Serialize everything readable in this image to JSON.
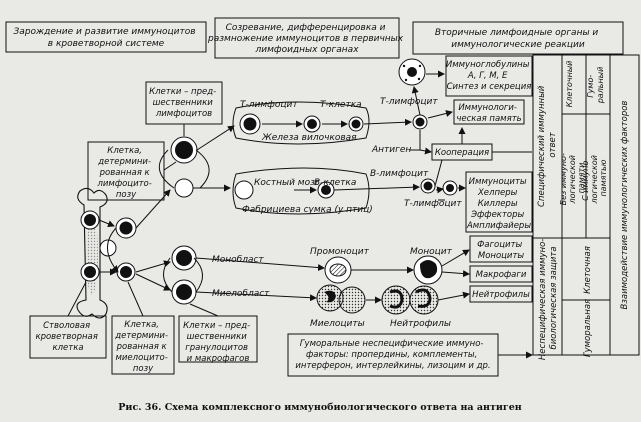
{
  "headers": {
    "h1": [
      "Зарождение и развитие иммуноцитов",
      "в кроветворной системе"
    ],
    "h2": [
      "Созревание, дифференцировка и",
      "размножение иммуноцитов в первичных",
      "лимфоидных органах"
    ],
    "h3": [
      "Вторичные лимфоидные органы и",
      "иммунологические реакции"
    ]
  },
  "boxes": {
    "precursor_lymph": [
      "Клетки – пред-",
      "шественники",
      "лимфоцитов"
    ],
    "determined_lymph": [
      "Клетка,",
      "детермини-",
      "рованная к",
      "лимфоцито-",
      "позу"
    ],
    "stem": [
      "Стволовая",
      "кроветворная",
      "клетка"
    ],
    "determined_myelo": [
      "Клетка,",
      "детермини-",
      "рованная к",
      "миелоцито-",
      "позу"
    ],
    "precursor_gran": [
      "Клетки – пред-",
      "шественники",
      "гранулоцитов",
      "и макрофагов"
    ],
    "immunoglobulins": [
      "Иммуноглобулины",
      "А, Г, М, Е",
      "Синтез и секреция"
    ],
    "memory": [
      "Иммунологи-",
      "ческая память"
    ],
    "cooperation": "Кооперация",
    "immunocytes": [
      "Иммуноциты",
      "Хелперы",
      "Киллеры",
      "Эффекторы",
      "Амплифайеры"
    ],
    "phago": [
      "Фагоциты",
      "Моноциты"
    ],
    "macrophages": "Макрофаги",
    "neutrophils_box": "Нейтрофилы",
    "humoral_nonspec": [
      "Гуморальные неспецифические иммуно-",
      "факторы: пропердины, комплементы,",
      "интерферон, интерлейкины, лизоцим и др."
    ]
  },
  "labels": {
    "t_lymphocyte_1": "Т-лимфоцит",
    "t_cell": "Т-клетка",
    "t_lymphocyte_2": "Т-лимфоцит",
    "thymus": "Железа вилочковая",
    "antigen": "Антиген",
    "bone_marrow": "Костный мозг",
    "b_cell": "В-клетка",
    "b_lymphocyte": "В-лимфоцит",
    "bursa": "Фабрициева сумка (у птиц)",
    "t_lymphocyte_3": "Т-лимфоцит",
    "promonocyte": "Промоноцит",
    "monocyte": "Моноцит",
    "monoblast": "Монобласт",
    "myeloblast": "Миелобласт",
    "myelocytes": "Миелоциты",
    "neutrophils": "Нейтрофилы"
  },
  "vertical": {
    "specific_response": [
      "Специфический иммунный",
      "ответ"
    ],
    "humoral_top": [
      "Гумо-",
      "ральный"
    ],
    "cellular_top": "Клеточный",
    "memory_immunological": [
      "С иммуно-",
      "логической",
      "памятью"
    ],
    "memory_without": [
      "Без иммуно-",
      "логической",
      "памяти"
    ],
    "nonspecific": [
      "Неспецифическая иммуно-",
      "биологическая защита"
    ],
    "cellular_bottom": "Клеточная",
    "humoral_bottom": "Гуморальная",
    "interaction": "Взаимодействие иммунологических факторов"
  },
  "caption": "Рис. 36. Схема комплексного иммунобиологического ответа на антиген"
}
